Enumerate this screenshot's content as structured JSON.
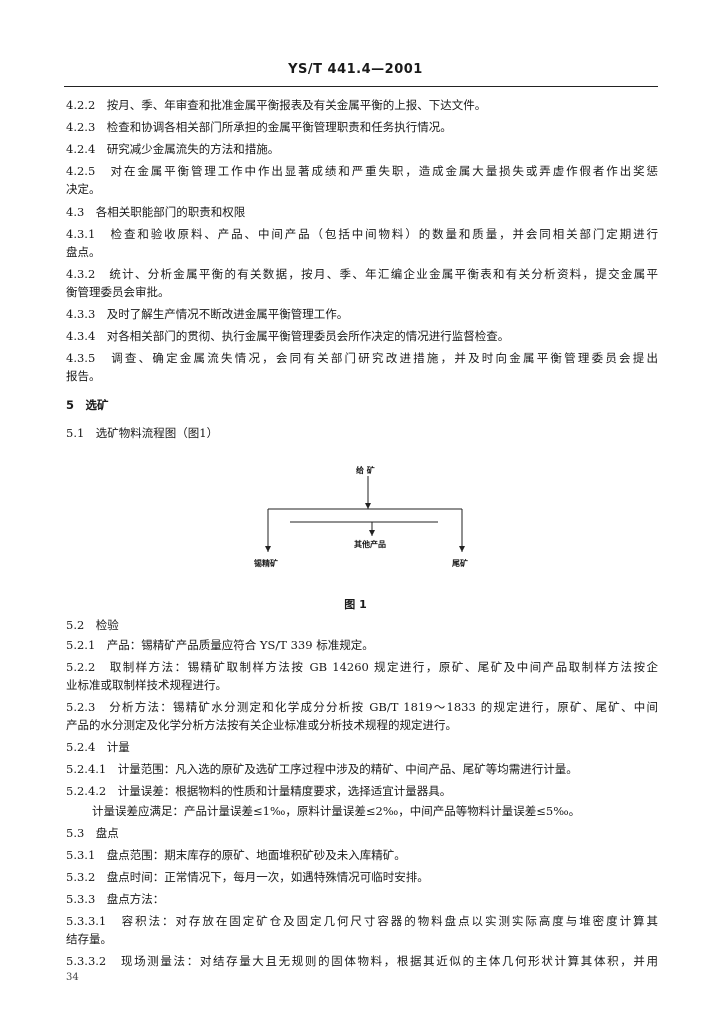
{
  "header": "YS/T 441.4—2001",
  "lines": [
    "4.2.2　按月、季、年审查和批准金属平衡报表及有关金属平衡的上报、下达文件。",
    "4.2.3　检查和协调各相关部门所承担的金属平衡管理职责和任务执行情况。",
    "4.2.4　研究减少金属流失的方法和措施。",
    "4.2.5　对在金属平衡管理工作中作出显著成绩和严重失职，造成金属大量损失或弄虚作假者作出奖惩",
    "决定。",
    "4.3　各相关职能部门的职责和权限",
    "4.3.1　检查和验收原料、产品、中间产品（包括中间物料）的数量和质量，并会同相关部门定期进行",
    "盘点。",
    "4.3.2　统计、分析金属平衡的有关数据，按月、季、年汇编企业金属平衡表和有关分析资料，提交金属平",
    "衡管理委员会审批。",
    "4.3.3　及时了解生产情况不断改进金属平衡管理工作。",
    "4.3.4　对各相关部门的贯彻、执行金属平衡管理委员会所作决定的情况进行监督检查。",
    "4.3.5　调查、确定金属流失情况，会同有关部门研究改进措施，并及时向金属平衡管理委员会提出",
    "报告。",
    "5　选矿",
    "5.1　选矿物料流程图（图1）",
    "5.2　检验",
    "5.2.1　产品：锡精矿产品质量应符合 YS/T 339 标准规定。",
    "5.2.2　取制样方法：锡精矿取制样方法按 GB 14260 规定进行，原矿、尾矿及中间产品取制样方法按企",
    "业标准或取制样技术规程进行。",
    "5.2.3　分析方法：锡精矿水分测定和化学成分分析按 GB/T 1819～1833 的规定进行，原矿、尾矿、中间",
    "产品的水分测定及化学分析方法按有关企业标准或分析技术规程的规定进行。",
    "5.2.4　计量",
    "5.2.4.1　计量范围：凡入选的原矿及选矿工序过程中涉及的精矿、中间产品、尾矿等均需进行计量。",
    "5.2.4.2　计量误差：根据物料的性质和计量精度要求，选择适宜计量器具。",
    "计量误差应满足：产品计量误差≤1‰，原料计量误差≤2‰，中间产品等物料计量误差≤5‰。",
    "5.3　盘点",
    "5.3.1　盘点范围：期末库存的原矿、地面堆积矿砂及未入库精矿。",
    "5.3.2　盘点时间：正常情况下，每月一次，如遇特殊情况可临时安排。",
    "5.3.3　盘点方法：",
    "5.3.3.1　容积法：对存放在固定矿仓及固定几何尺寸容器的物料盘点以实测实际高度与堆密度计算其",
    "结存量。",
    "5.3.3.2　现场测量法：对结存量大且无规则的固体物料，根据其近似的主体几何形状计算其体积，并用"
  ],
  "figure": {
    "top_label": "给 矿",
    "mid_label": "其他产品",
    "left_label": "锡精矿",
    "right_label": "尾矿",
    "caption": "图 1"
  },
  "page_number": "34"
}
